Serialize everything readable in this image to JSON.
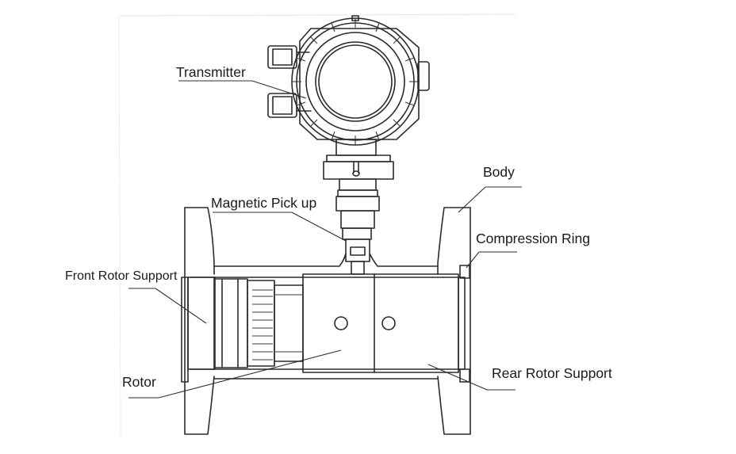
{
  "diagram": {
    "labels": {
      "transmitter": "Transmitter",
      "magnetic_pickup": "Magnetic Pick up",
      "body": "Body",
      "compression_ring": "Compression Ring",
      "front_rotor_support": "Front Rotor Support",
      "rotor": "Rotor",
      "rear_rotor_support": "Rear Rotor Support"
    }
  },
  "colors": {
    "line": "#2b2b2b",
    "background": "#ffffff",
    "faint_gray": "#9a9a9a"
  }
}
